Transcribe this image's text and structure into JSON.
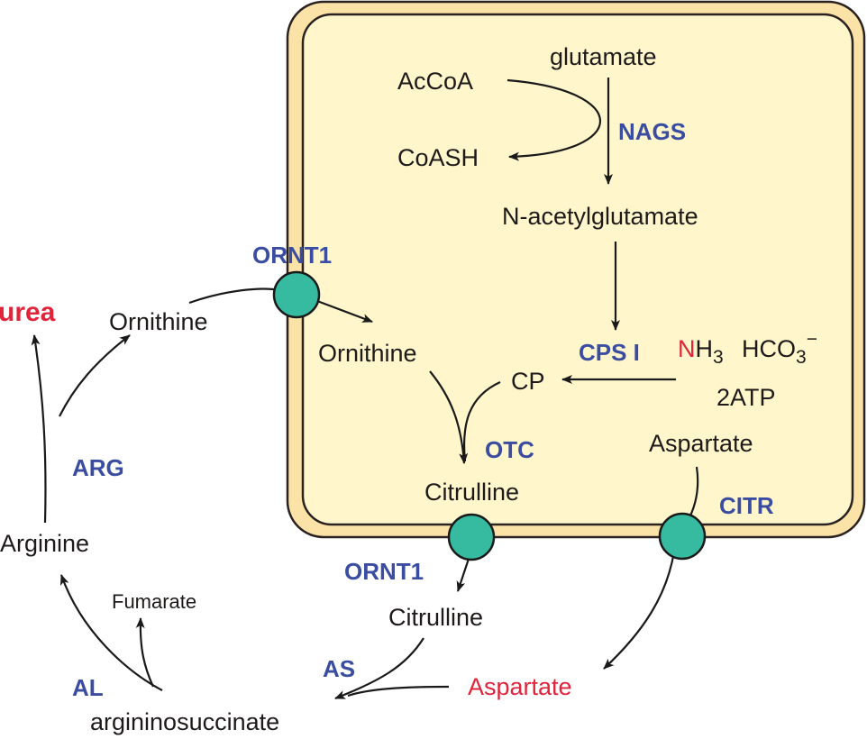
{
  "colors": {
    "membrane_outer": "#fbe3a8",
    "membrane_inner": "#fff6cc",
    "transporter": "#36bba0",
    "enzyme_text": "#3a4da0",
    "highlight_text": "#e0243a"
  },
  "mitochondrion": {
    "metabolites": {
      "glutamate": "glutamate",
      "accoa": "AcCoA",
      "coash": "CoASH",
      "nag": "N-acetylglutamate",
      "ornithine": "Ornithine",
      "cp": "CP",
      "nh3_n": "N",
      "nh3_rest": "H",
      "nh3_sub": "3",
      "hco3": "HCO",
      "hco3_sub": "3",
      "hco3_sup": "−",
      "atp": "2ATP",
      "aspartate": "Aspartate",
      "citrulline": "Citrulline"
    },
    "enzymes": {
      "nags": "NAGS",
      "cps1": "CPS I",
      "otc": "OTC"
    }
  },
  "transporters": {
    "ornt1_top": "ORNT1",
    "ornt1_bottom": "ORNT1",
    "citr": "CITR"
  },
  "cytosol": {
    "metabolites": {
      "urea": "urea",
      "ornithine": "Ornithine",
      "arginine": "Arginine",
      "fumarate": "Fumarate",
      "citrulline": "Citrulline",
      "aspartate": "Aspartate",
      "argininosuccinate": "argininosuccinate"
    },
    "enzymes": {
      "arg": "ARG",
      "al": "AL",
      "as": "AS"
    }
  }
}
